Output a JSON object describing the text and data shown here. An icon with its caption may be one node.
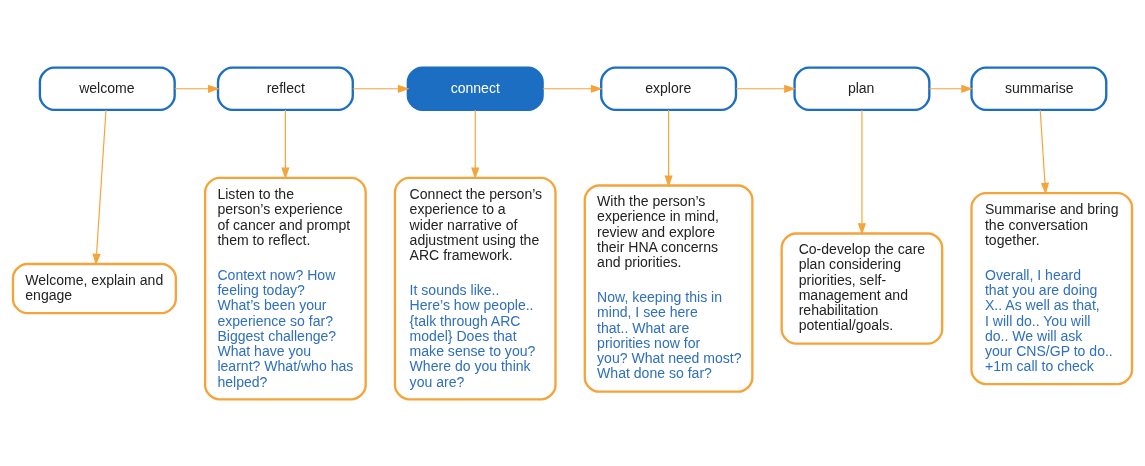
{
  "diagram": {
    "nodes": [
      {
        "text": [
          "welcome"
        ]
      },
      {
        "text": [
          "reflect"
        ]
      },
      {
        "text": [
          "connect"
        ]
      },
      {
        "text": [
          "explore"
        ]
      },
      {
        "text": [
          "plan"
        ]
      },
      {
        "text": [
          "summarise"
        ]
      },
      {
        "text": [
          "Welcome, explain and engage"
        ]
      },
      {
        "text": [
          "Listen to the person’s experience of cancer and prompt them to reflect.",
          "Context now? How feeling today? What’s been your experience so far? Biggest challenge? What have you learnt? What/who has helped?"
        ]
      },
      {
        "text": [
          "Connect the person’s experience to a wider narrative of adjustment using the ARC framework.",
          "It sounds like.. Here’s how people.. {talk through ARC model} Does that make sense to you? Where do you think you are?"
        ]
      },
      {
        "text": [
          "With the person’s experience in mind, review and explore their HNA concerns and priorities.",
          "Now, keeping this in mind, I see here that.. What are priorities now for you? What need most? What done so far?"
        ]
      },
      {
        "text": [
          "Co-develop the care plan considering priorities, self-management and rehabilitation potential/goals."
        ]
      },
      {
        "text": [
          "Summarise and bring the conversation together.",
          "Overall, I heard that you are doing X.. As well as that, I will do.. You will do.. We will ask your CNS/GP to do.. +1m call to check"
        ]
      }
    ],
    "edges": [
      {
        "from": 0,
        "to": 1,
        "arrow": "to"
      },
      {
        "from": 1,
        "to": 2,
        "arrow": "to"
      },
      {
        "from": 2,
        "to": 3,
        "arrow": "to"
      },
      {
        "from": 3,
        "to": 4,
        "arrow": "to"
      },
      {
        "from": 4,
        "to": 5,
        "arrow": "to"
      },
      {
        "from": 0,
        "to": 6,
        "arrow": "to"
      },
      {
        "from": 1,
        "to": 7,
        "arrow": "to"
      },
      {
        "from": 2,
        "to": 8,
        "arrow": "to"
      },
      {
        "from": 3,
        "to": 9,
        "arrow": "to"
      },
      {
        "from": 4,
        "to": 10,
        "arrow": "to"
      },
      {
        "from": 5,
        "to": 11,
        "arrow": "to"
      }
    ]
  }
}
